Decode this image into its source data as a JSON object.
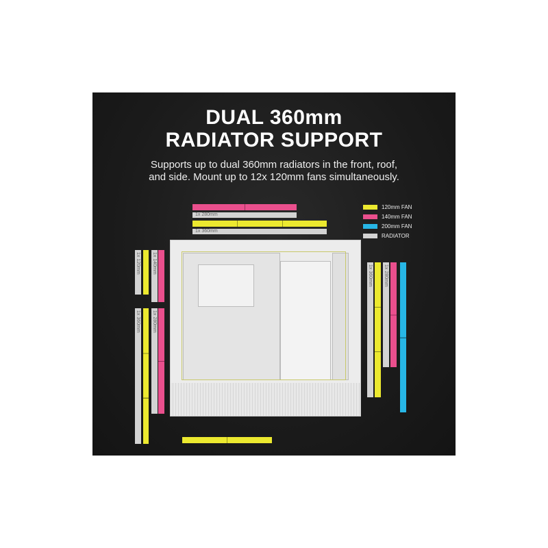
{
  "headline": {
    "line1": "DUAL 360mm",
    "line2": "RADIATOR SUPPORT"
  },
  "subtitle": {
    "line1": "Supports up to dual 360mm radiators in the front, roof,",
    "line2": "and side. Mount up to 12x 120mm fans simultaneously."
  },
  "legend": [
    {
      "label": "120mm FAN",
      "color": "#ece92f"
    },
    {
      "label": "140mm FAN",
      "color": "#ea4f8d"
    },
    {
      "label": "200mm FAN",
      "color": "#27b6e6"
    },
    {
      "label": "RADIATOR",
      "color": "#d3d3d3"
    }
  ],
  "top": {
    "radiator_280": "1x 280mm",
    "radiator_360": "1x 360mm"
  },
  "left_top": {
    "radiator_120": "1x 120mm",
    "radiator_140": "1x 140mm"
  },
  "left_bottom": {
    "radiator_360": "1x 360mm",
    "radiator_280": "1x 280mm"
  },
  "right": {
    "radiator_360": "1x 360mm",
    "radiator_280": "1x 280mm"
  }
}
